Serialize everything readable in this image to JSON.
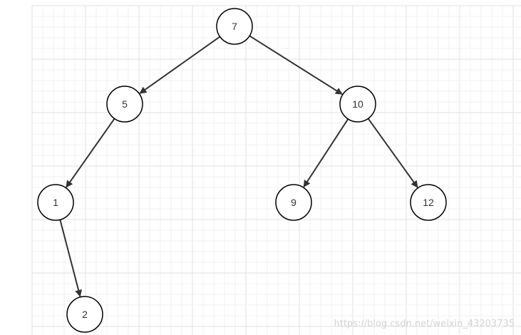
{
  "diagram": {
    "type": "binary-tree",
    "nodes": [
      {
        "id": "n7",
        "label": "7"
      },
      {
        "id": "n5",
        "label": "5"
      },
      {
        "id": "n10",
        "label": "10"
      },
      {
        "id": "n1",
        "label": "1"
      },
      {
        "id": "n9",
        "label": "9"
      },
      {
        "id": "n12",
        "label": "12"
      },
      {
        "id": "n2",
        "label": "2"
      }
    ],
    "edges": [
      {
        "from": "n7",
        "to": "n5"
      },
      {
        "from": "n7",
        "to": "n10"
      },
      {
        "from": "n5",
        "to": "n1"
      },
      {
        "from": "n10",
        "to": "n9"
      },
      {
        "from": "n10",
        "to": "n12"
      },
      {
        "from": "n1",
        "to": "n2"
      }
    ]
  },
  "colors": {
    "background": "#ffffff",
    "grid_minor": "#f0f0f0",
    "grid_major": "#e0e0e0",
    "node_stroke": "#000000",
    "edge": "#333333"
  },
  "watermark": "https://blog.csdn.net/weixin_43203735"
}
